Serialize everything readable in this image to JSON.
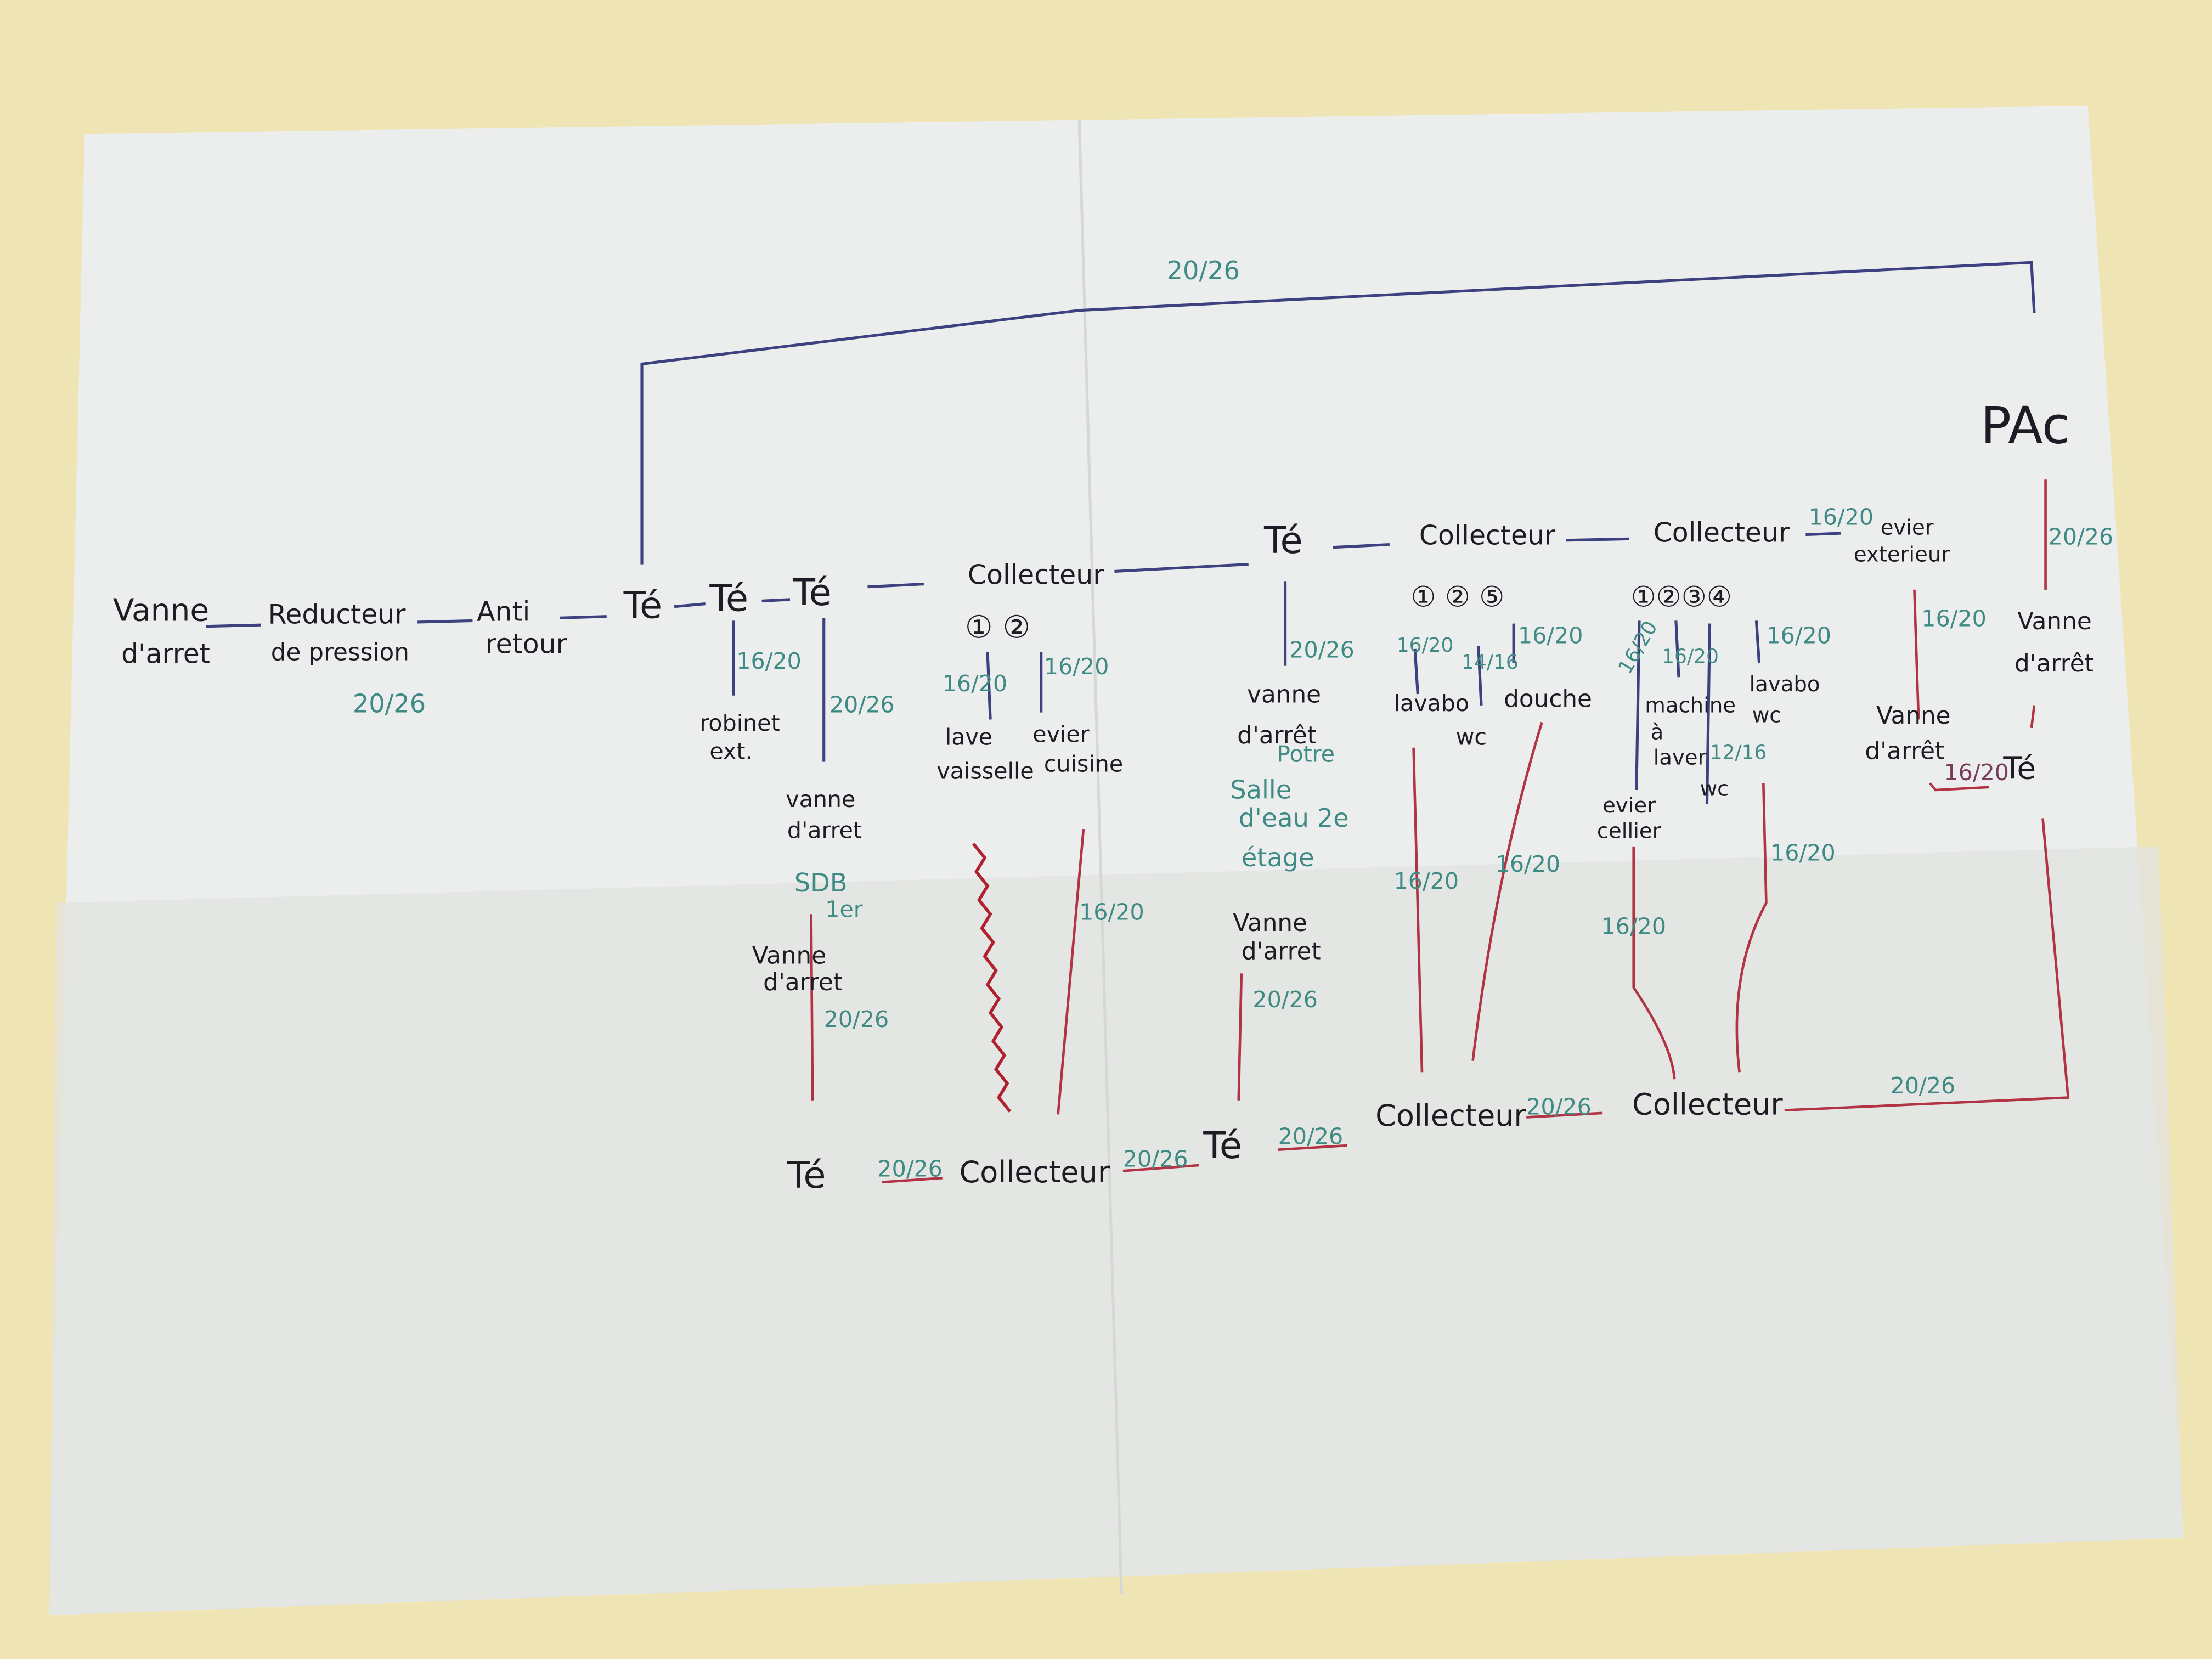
{
  "colors": {
    "background": "#efe4b4",
    "paper": "#eceeed",
    "ink_black": "#1d1b24",
    "ink_blue": "#3d4180",
    "ink_green": "#3f8a84",
    "ink_red": "#b23444"
  },
  "top_pipe": {
    "size": "20/26",
    "heat_pump": "PAc"
  },
  "main_line": {
    "vanne": "Vanne",
    "vanne2": "d'arret",
    "reducteur": "Reducteur",
    "reducteur2": "de pression",
    "reducteur_size": "20/26",
    "anti": "Anti",
    "anti2": "retour",
    "te1": "Té",
    "te2": "Té",
    "te3": "Té",
    "collecteur1": "Collecteur",
    "te4": "Té",
    "collecteur2": "Collecteur",
    "collecteur3": "Collecteur",
    "ext_size": "16/20",
    "evier_ext": "evier",
    "evier_ext2": "exterieur"
  },
  "branches": {
    "robinet_size": "16/20",
    "robinet": "robinet",
    "robinet2": "ext.",
    "sdb_size": "20/26",
    "sdb_vanne": "vanne",
    "sdb_vanne2": "d'arret",
    "sdb": "SDB",
    "sdb2": "1er",
    "sdb_vanne_b": "Vanne",
    "sdb_vanne_b2": "d'arret",
    "sdb_lower_size": "20/26",
    "c1_outlets": "① ②",
    "c1_size1": "16/20",
    "c1_size2": "16/20",
    "lave": "lave",
    "lave2": "vaisselle",
    "evier_cuisine": "evier",
    "evier_cuisine2": "cuisine",
    "c1_lower_size": "16/20",
    "te4_size": "20/26",
    "te4_vanne": "vanne",
    "te4_vanne2": "d'arrêt",
    "te4_note": "Potre",
    "salle": "Salle",
    "salle2": "d'eau 2e",
    "salle3": "étage",
    "te4_vanne_b": "Vanne",
    "te4_vanne_b2": "d'arret",
    "te4_lower_size": "20/26",
    "c2_outlets": "① ② ⑤",
    "c2_size1": "16/20",
    "c2_size2": "14/16",
    "c2_size3": "16/20",
    "lavabo": "lavabo",
    "wc": "wc",
    "douche": "douche",
    "c2_lower1": "16/20",
    "c2_lower2": "16/20",
    "c3_outlets": "①②③④",
    "c3_size1": "16/20",
    "c3_size2": "16/20",
    "c3_size3": "12/16",
    "c3_size4": "16/20",
    "machine": "machine",
    "machine2": "à",
    "machine3": "laver",
    "wc3": "wc",
    "lavabo3": "lavabo",
    "wc3b": "wc",
    "evier_cellier": "evier",
    "evier_cellier2": "cellier",
    "c3_lower1": "16/20",
    "c3_lower2": "16/20",
    "ext_vanne_size": "16/20",
    "ext_vanne": "Vanne",
    "ext_vanne2": "d'arrêt",
    "pac_size": "20/26",
    "pac_vanne": "Vanne",
    "pac_vanne2": "d'arrêt",
    "pac_te_size": "16/20",
    "pac_te": "Té"
  },
  "return_line": {
    "te1": "Té",
    "size1": "20/26",
    "collecteur1": "Collecteur",
    "size2": "20/26",
    "te2": "Té",
    "size3": "20/26",
    "collecteur2": "Collecteur",
    "size4": "20/26",
    "collecteur3": "Collecteur",
    "size5": "20/26"
  }
}
